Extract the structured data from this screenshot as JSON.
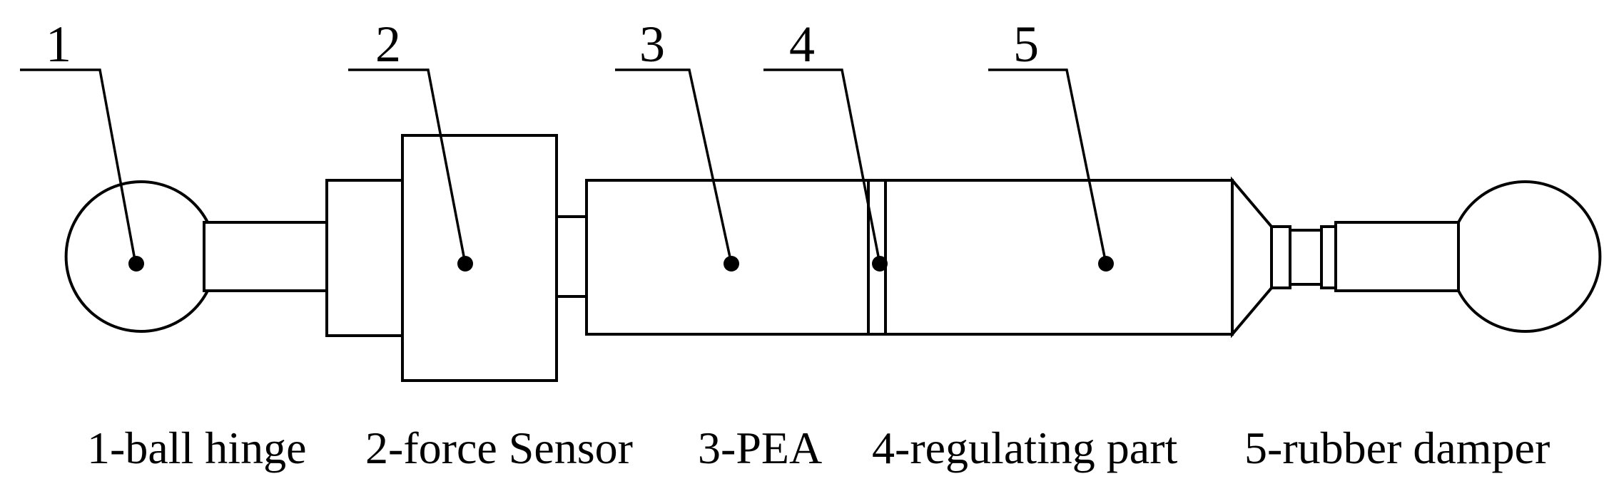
{
  "callouts": [
    "1",
    "2",
    "3",
    "4",
    "5"
  ],
  "legend": {
    "item1": "1-ball hinge",
    "item2": "2-force Sensor",
    "item3": "3-PEA",
    "item4": "4-regulating part",
    "item5": "5-rubber damper"
  },
  "colors": {
    "stroke": "#000000",
    "fill": "#ffffff"
  }
}
